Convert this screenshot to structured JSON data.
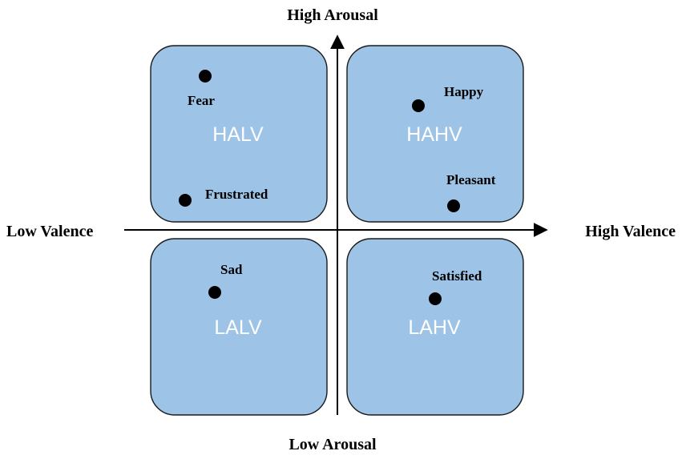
{
  "axes": {
    "top": "High Arousal",
    "bottom": "Low Arousal",
    "left": "Low Valence",
    "right": "High Valence"
  },
  "quadrants": [
    {
      "code": "HALV"
    },
    {
      "code": "HAHV"
    },
    {
      "code": "LALV"
    },
    {
      "code": "LAHV"
    }
  ],
  "emotions": [
    {
      "label": "Fear"
    },
    {
      "label": "Frustrated"
    },
    {
      "label": "Happy"
    },
    {
      "label": "Pleasant"
    },
    {
      "label": "Sad"
    },
    {
      "label": "Satisfied"
    }
  ],
  "colors": {
    "quadrant_fill": "#9dc3e6",
    "point": "#000000",
    "axis": "#000000"
  }
}
